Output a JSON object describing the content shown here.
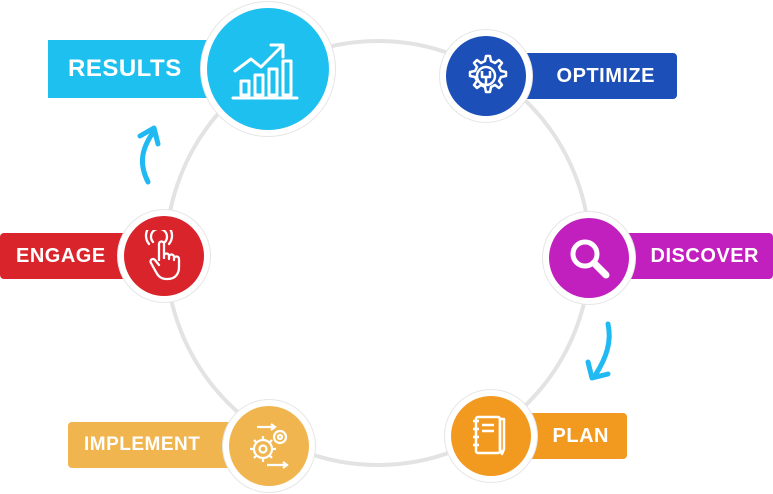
{
  "steps": [
    {
      "id": "results",
      "label": "RESULTS",
      "color": "#1ec0f0",
      "icon": "growth-chart-icon"
    },
    {
      "id": "optimize",
      "label": "OPTIMIZE",
      "color": "#1d4fb8",
      "icon": "gear-wrench-icon"
    },
    {
      "id": "discover",
      "label": "DISCOVER",
      "color": "#c21fbf",
      "icon": "magnifier-icon"
    },
    {
      "id": "plan",
      "label": "PLAN",
      "color": "#f29a1f",
      "icon": "notebook-pen-icon"
    },
    {
      "id": "implement",
      "label": "IMPLEMENT",
      "color": "#f0b54f",
      "icon": "gears-icon"
    },
    {
      "id": "engage",
      "label": "ENGAGE",
      "color": "#d9242b",
      "icon": "touch-hand-icon"
    }
  ],
  "arrow_color": "#20b9f2",
  "ring_color": "#e3e3e3"
}
